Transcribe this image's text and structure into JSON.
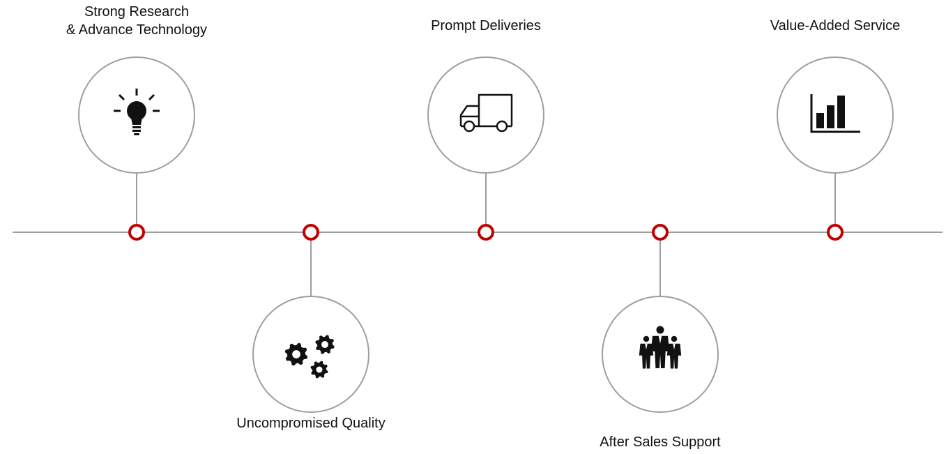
{
  "colors": {
    "line": "#9e9e9e",
    "node": "#c00000",
    "icon": "#111111",
    "text": "#111111",
    "background": "#ffffff"
  },
  "features": [
    {
      "label": "Strong Research\n& Advance Technology",
      "icon": "lightbulb-icon",
      "position": "top"
    },
    {
      "label": "Uncompromised Quality",
      "icon": "gears-icon",
      "position": "bottom"
    },
    {
      "label": "Prompt Deliveries",
      "icon": "truck-icon",
      "position": "top"
    },
    {
      "label": "After Sales Support",
      "icon": "team-icon",
      "position": "bottom"
    },
    {
      "label": "Value-Added Service",
      "icon": "bar-chart-icon",
      "position": "top"
    }
  ]
}
